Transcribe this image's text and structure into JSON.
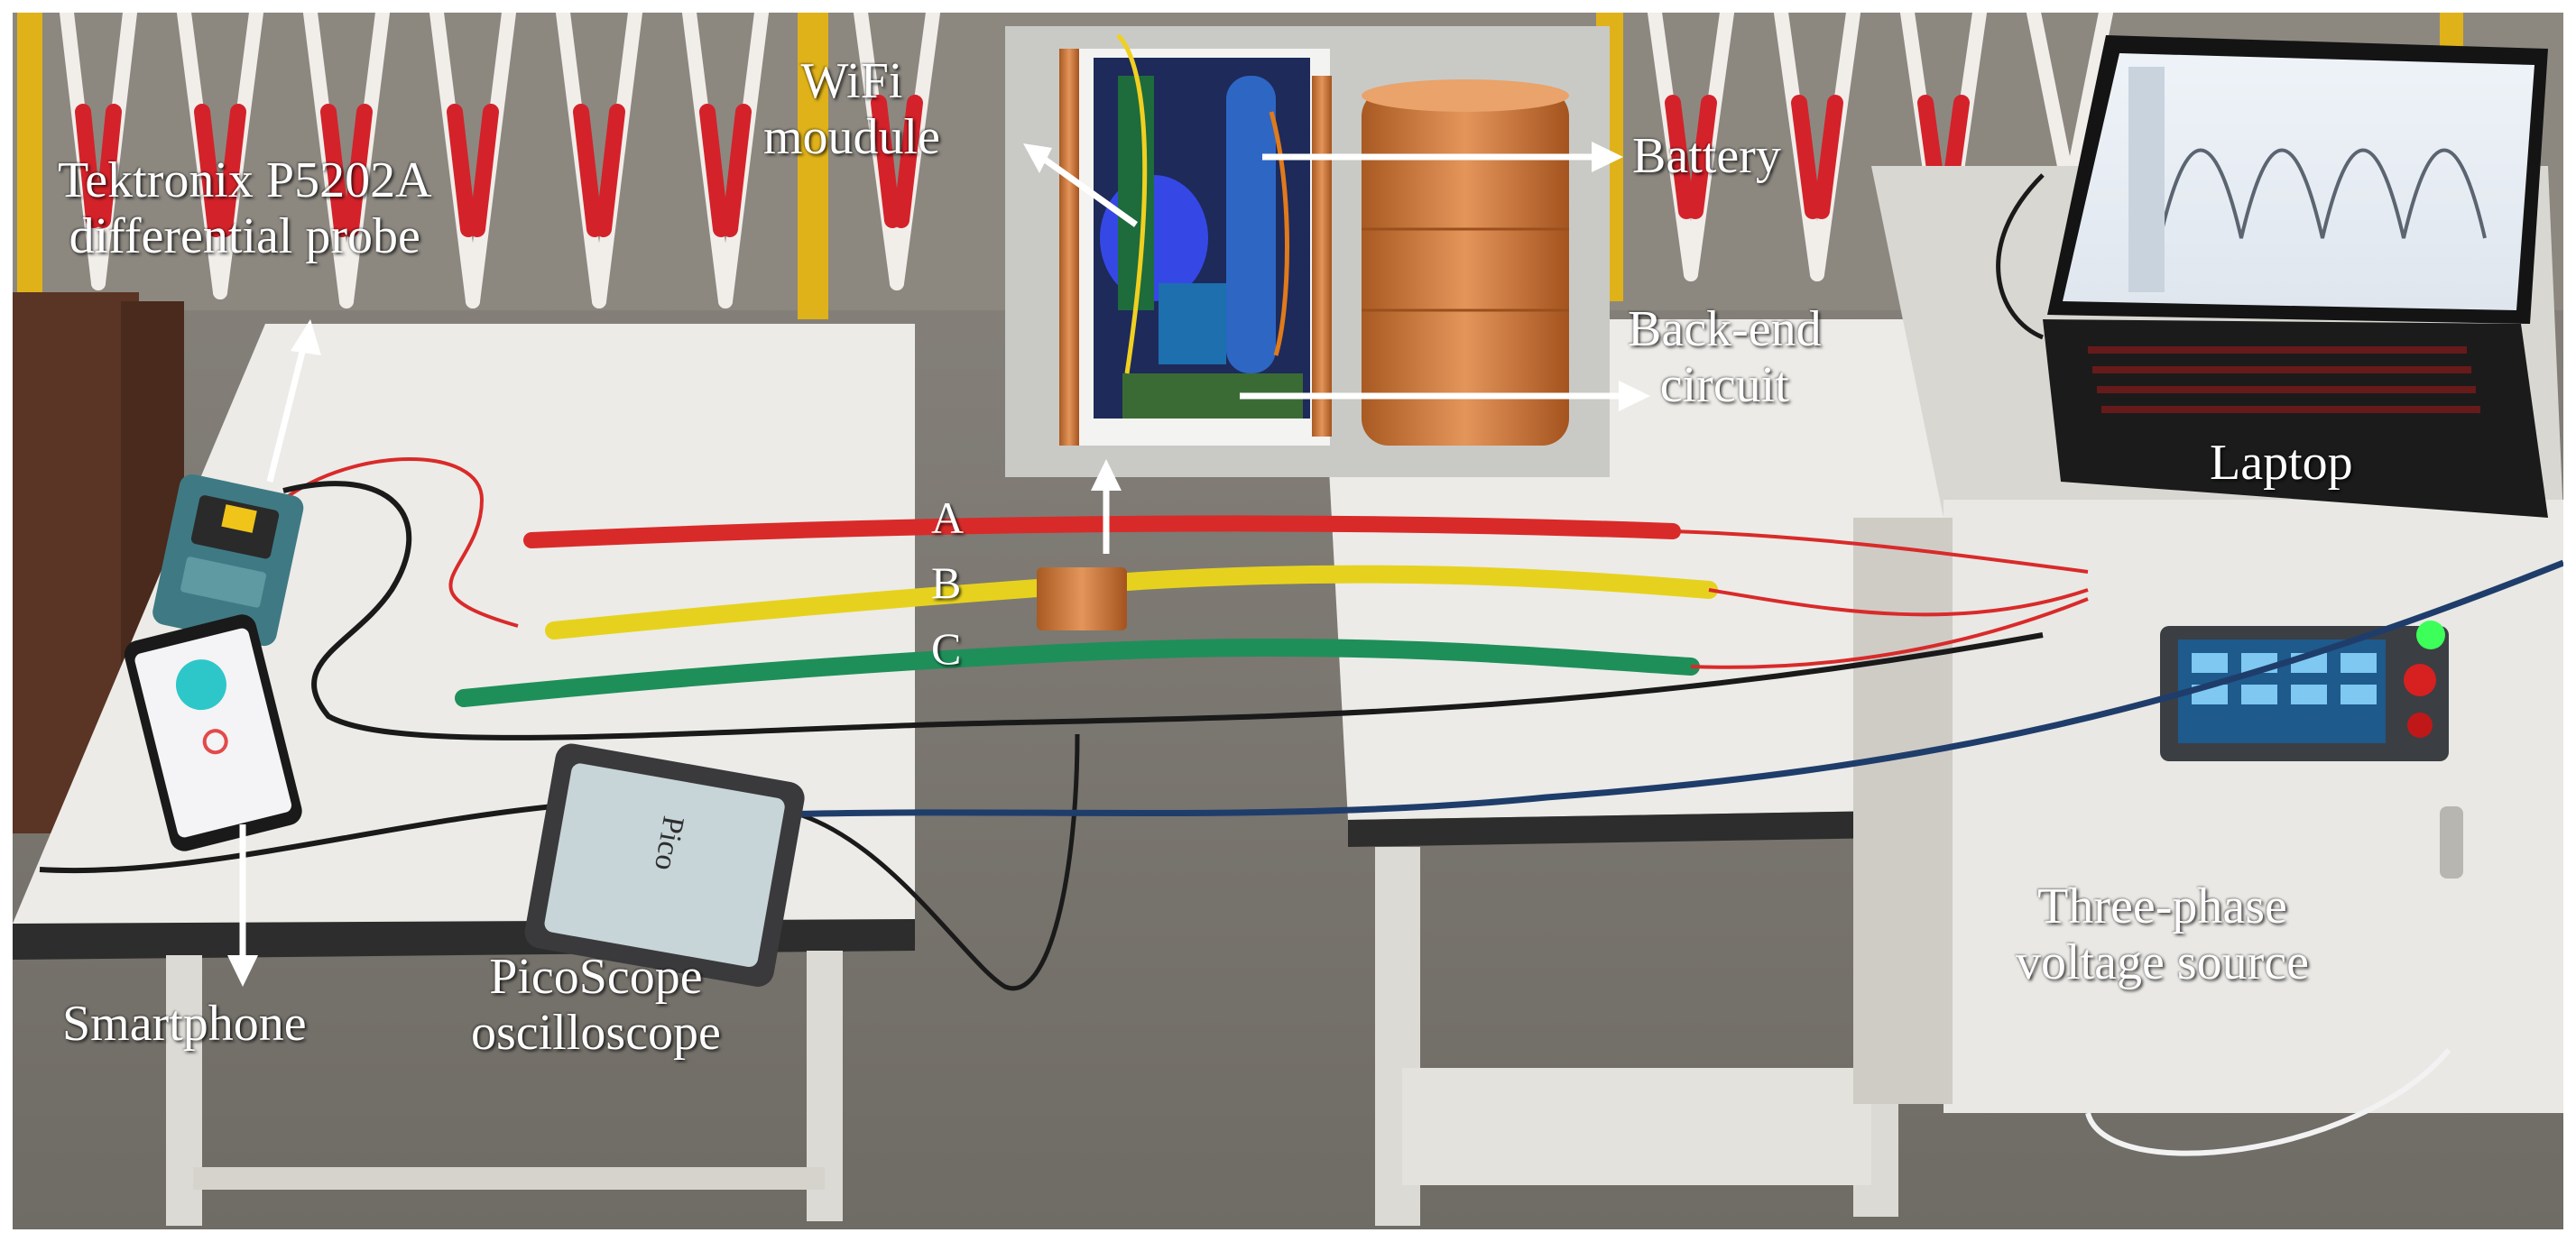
{
  "labels": {
    "probe_line1": "Tektronix P5202A",
    "probe_line2": "differential probe",
    "wifi_line1": "WiFi",
    "wifi_line2": "moudule",
    "battery": "Battery",
    "backend_line1": "Back-end",
    "backend_line2": "circuit",
    "laptop": "Laptop",
    "smartphone": "Smartphone",
    "picoscope_line1": "PicoScope",
    "picoscope_line2": "oscilloscope",
    "source_line1": "Three-phase",
    "source_line2": "voltage source"
  },
  "phases": [
    "A",
    "B",
    "C"
  ],
  "device_text": {
    "pico_brand": "Pico"
  },
  "colors": {
    "phase_a_cable": "#d92a2a",
    "phase_b_cable": "#e6d21e",
    "phase_c_cable": "#1f8f5a",
    "copper": "#c77a3c",
    "table_top": "#ecebe7",
    "floor": "#7d7a74",
    "label_text": "#ffffff"
  }
}
